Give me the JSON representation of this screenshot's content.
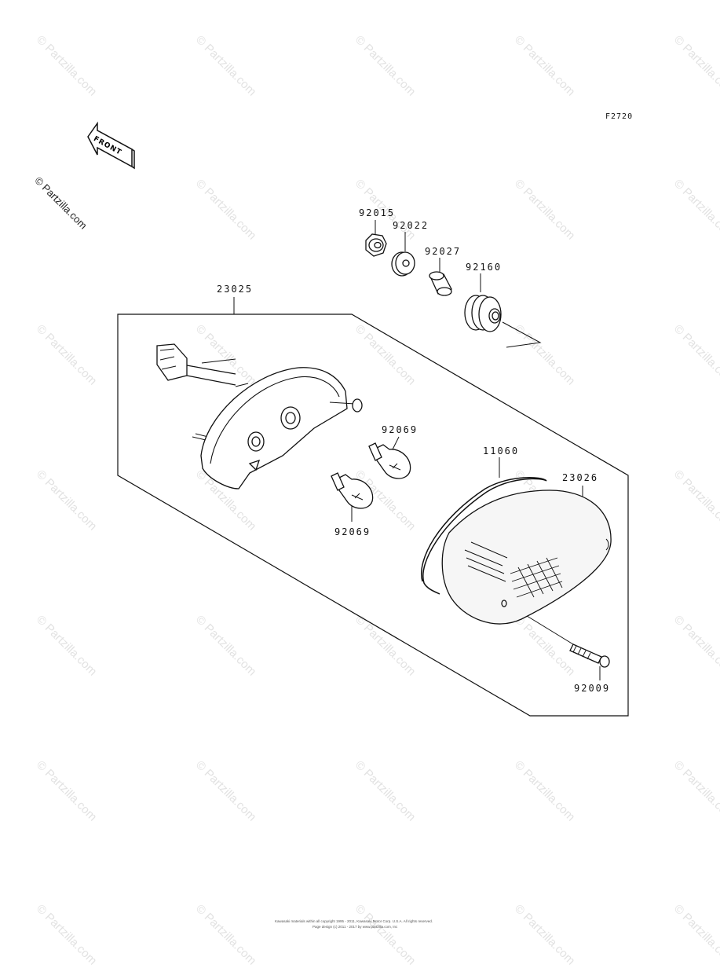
{
  "figure": {
    "code": "F2720"
  },
  "front_arrow": {
    "label": "FRONT"
  },
  "side_watermark": "© Partzilla.com",
  "watermark": "© Partzilla.com",
  "parts": {
    "p23025": "23025",
    "p92015": "92015",
    "p92022": "92022",
    "p92027": "92027",
    "p92160": "92160",
    "p92069a": "92069",
    "p92069b": "92069",
    "p11060": "11060",
    "p23026": "23026",
    "p92009": "92009"
  },
  "footer": {
    "line1": "Kawasaki materials within all copyright 1995 - 2011, Kawasaki Motor Corp. U.S.A. All rights reserved.",
    "line2": "Page design (c) 2011 - 2017 by www.partzilla.com, Inc"
  },
  "colors": {
    "line": "#111111",
    "watermark": "#e2e2e2",
    "lens": "#f6f6f6"
  }
}
